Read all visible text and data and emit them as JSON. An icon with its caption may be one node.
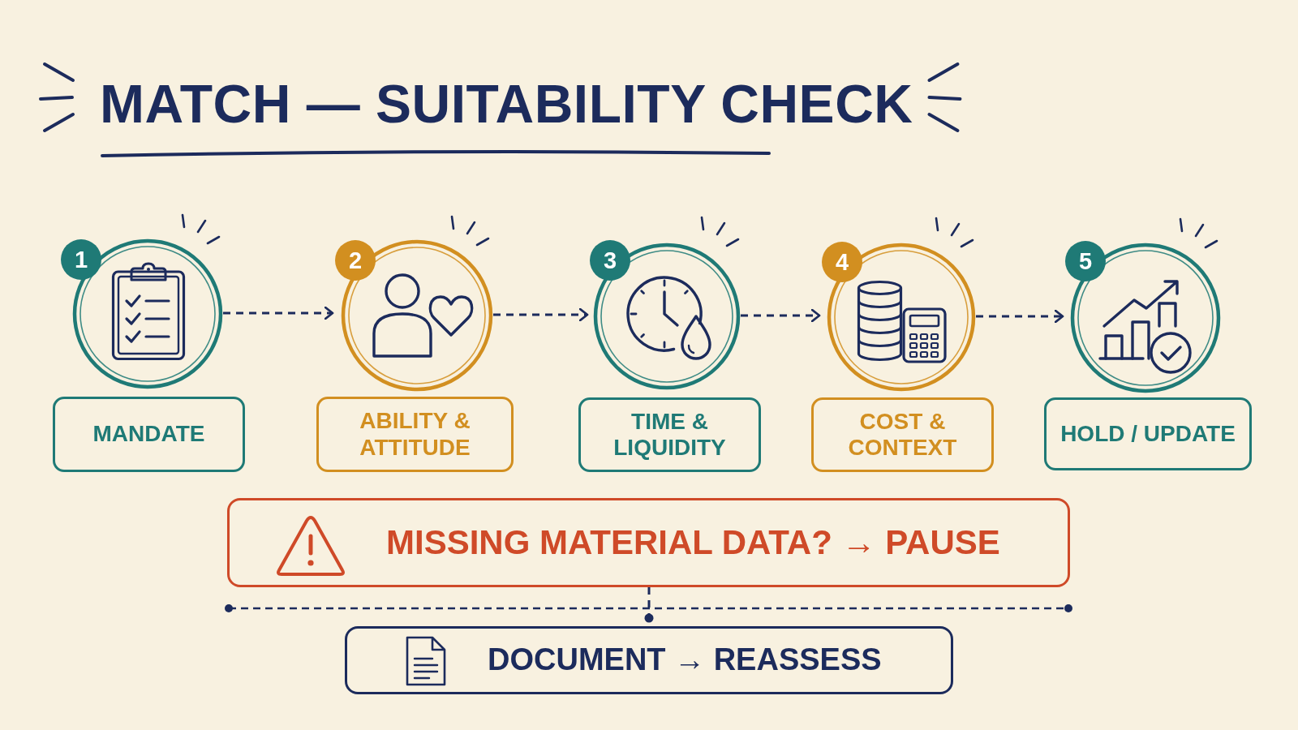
{
  "diagram": {
    "title": "MATCH — SUITABILITY CHECK",
    "nodes": [
      {
        "text": [
          "1"
        ]
      },
      {
        "text": [
          "MANDATE"
        ]
      },
      {
        "text": [
          "2"
        ]
      },
      {
        "text": [
          "ABILITY & ATTITUDE"
        ]
      },
      {
        "text": [
          "3"
        ]
      },
      {
        "text": [
          "TIME & LIQUIDITY"
        ]
      },
      {
        "text": [
          "4"
        ]
      },
      {
        "text": [
          "COST & CONTEXT"
        ]
      },
      {
        "text": [
          "5"
        ]
      },
      {
        "text": [
          "HOLD / UPDATE"
        ]
      },
      {
        "text": [
          "MISSING MATERIAL DATA? → PAUSE"
        ]
      },
      {
        "text": [
          "DOCUMENT → REASSESS"
        ]
      }
    ],
    "edges": [
      {
        "from": 0,
        "to": 2,
        "arrow": "to",
        "style": "dashed"
      },
      {
        "from": 2,
        "to": 4,
        "arrow": "to",
        "style": "dashed"
      },
      {
        "from": 4,
        "to": 6,
        "arrow": "to",
        "style": "dashed"
      },
      {
        "from": 6,
        "to": 8,
        "arrow": "to",
        "style": "dashed"
      },
      {
        "from": 10,
        "to": 11,
        "arrow": "other",
        "style": "dashed"
      }
    ]
  }
}
